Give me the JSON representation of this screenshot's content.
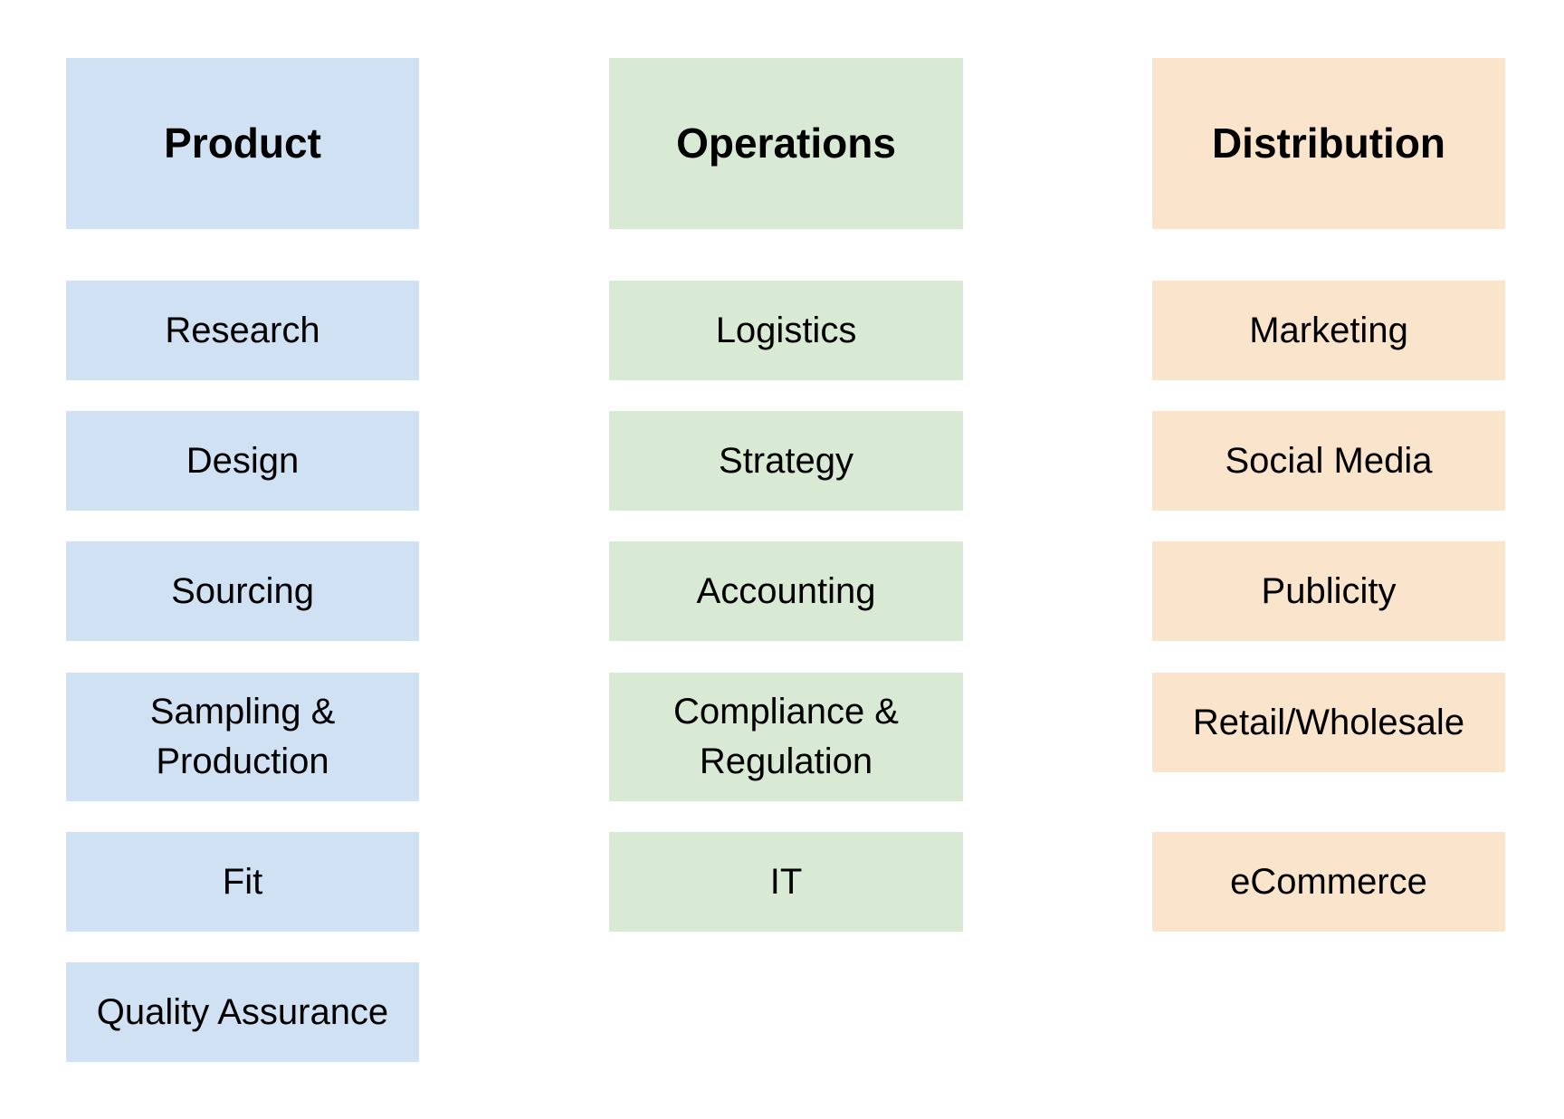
{
  "product": {
    "title": "Product",
    "items": [
      "Research",
      "Design",
      "Sourcing",
      "Sampling &\nProduction",
      "Fit",
      "Quality Assurance"
    ]
  },
  "operations": {
    "title": "Operations",
    "items": [
      "Logistics",
      "Strategy",
      "Accounting",
      "Compliance &\nRegulation",
      "IT"
    ]
  },
  "distribution": {
    "title": "Distribution",
    "items": [
      "Marketing",
      "Social Media",
      "Publicity",
      "Retail/Wholesale",
      "eCommerce"
    ]
  },
  "colors": {
    "product": "#d0e1f4",
    "operations": "#d8ead3",
    "distribution": "#fbe4cc"
  }
}
